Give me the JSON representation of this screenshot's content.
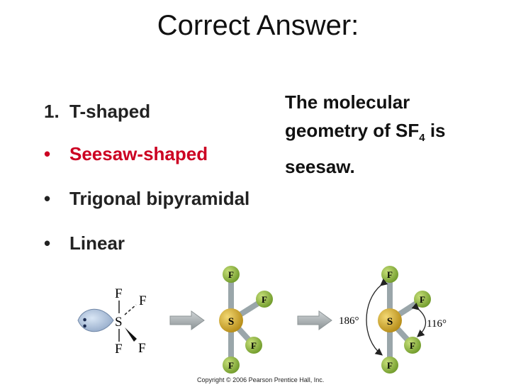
{
  "title": "Correct Answer:",
  "options": [
    {
      "marker": "1.",
      "text": "T-shaped"
    },
    {
      "marker": "•",
      "text": "Seesaw-shaped"
    },
    {
      "marker": "•",
      "text": "Trigonal bipyramidal"
    },
    {
      "marker": "•",
      "text": "Linear"
    }
  ],
  "explanation": {
    "line1": "The molecular",
    "line2_pre": "geometry of SF",
    "line2_sub": "4",
    "line2_post": " is",
    "line3": "seesaw."
  },
  "diagram": {
    "lewis": {
      "f": "F",
      "s": "S",
      "lone_pair": ":"
    },
    "ball": {
      "f": "F",
      "s": "S"
    },
    "angles": {
      "a1": "186°",
      "a2": "116°"
    }
  },
  "copyright": "Copyright © 2006 Pearson Prentice Hall, Inc.",
  "colors": {
    "correct": "#cc0022",
    "fluorine": "#8ab53a",
    "sulfur": "#d9b12a",
    "bond": "#9aa6aa"
  }
}
